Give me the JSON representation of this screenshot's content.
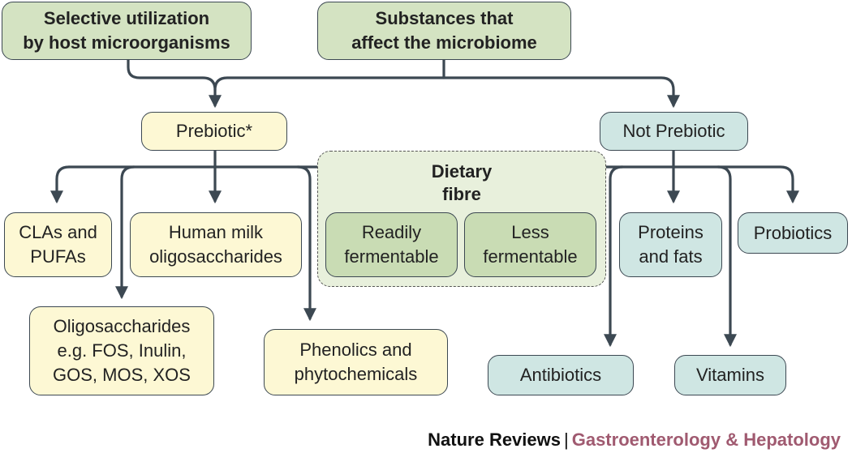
{
  "diagram": {
    "roots": {
      "selective": "Selective utilization\nby host microorganisms",
      "substances": "Substances that\naffect the microbiome"
    },
    "prebiotic": "Prebiotic*",
    "not_prebiotic": "Not Prebiotic",
    "dietary_fibre": {
      "label": "Dietary\nfibre",
      "readily": "Readily\nfermentable",
      "less": "Less\nfermentable"
    },
    "prebiotic_children": {
      "clas": "CLAs and\nPUFAs",
      "human_milk": "Human milk\noligosaccharides",
      "oligosaccharides": "Oligosaccharides\ne.g. FOS, Inulin,\nGOS, MOS, XOS",
      "phenolics": "Phenolics and\nphytochemicals"
    },
    "not_prebiotic_children": {
      "proteins": "Proteins\nand fats",
      "probiotics": "Probiotics",
      "antibiotics": "Antibiotics",
      "vitamins": "Vitamins"
    }
  },
  "footer": {
    "journal": "Nature Reviews",
    "separator": "|",
    "subtitle": "Gastroenterology & Hepatology"
  },
  "colors": {
    "root_green": "#d4e3c2",
    "fibre_green": "#c9dcb4",
    "prebiotic_yellow": "#fdf8d4",
    "not_prebiotic_teal": "#cfe6e3",
    "connector": "#3c4852",
    "subtitle_pink": "#a05a70"
  }
}
